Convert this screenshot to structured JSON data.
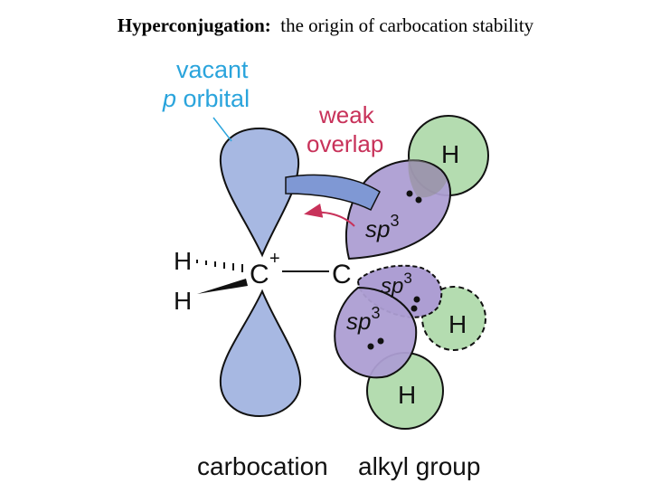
{
  "title": {
    "bold": "Hyperconjugation:",
    "rest": "the origin of carbocation stability"
  },
  "labels": {
    "vacant_line1": "vacant",
    "vacant_line2_p": "p",
    "vacant_line2_rest": " orbital",
    "weak": "weak",
    "overlap": "overlap",
    "carbocation": "carbocation",
    "alkyl_group": "alkyl group"
  },
  "atoms": {
    "c_plus": "C",
    "plus": "+",
    "c": "C",
    "h": "H"
  },
  "orbital_label": {
    "sp": "sp",
    "exp": "3"
  },
  "colors": {
    "p_orbital": "#a7b8e2",
    "sp3_orbital": "#ad9ed3",
    "h_orbital": "#b4dcb0",
    "vacant_text": "#2aa4dc",
    "weak_text": "#c8325a",
    "arrow": "#c8325a",
    "outline": "#111111"
  }
}
